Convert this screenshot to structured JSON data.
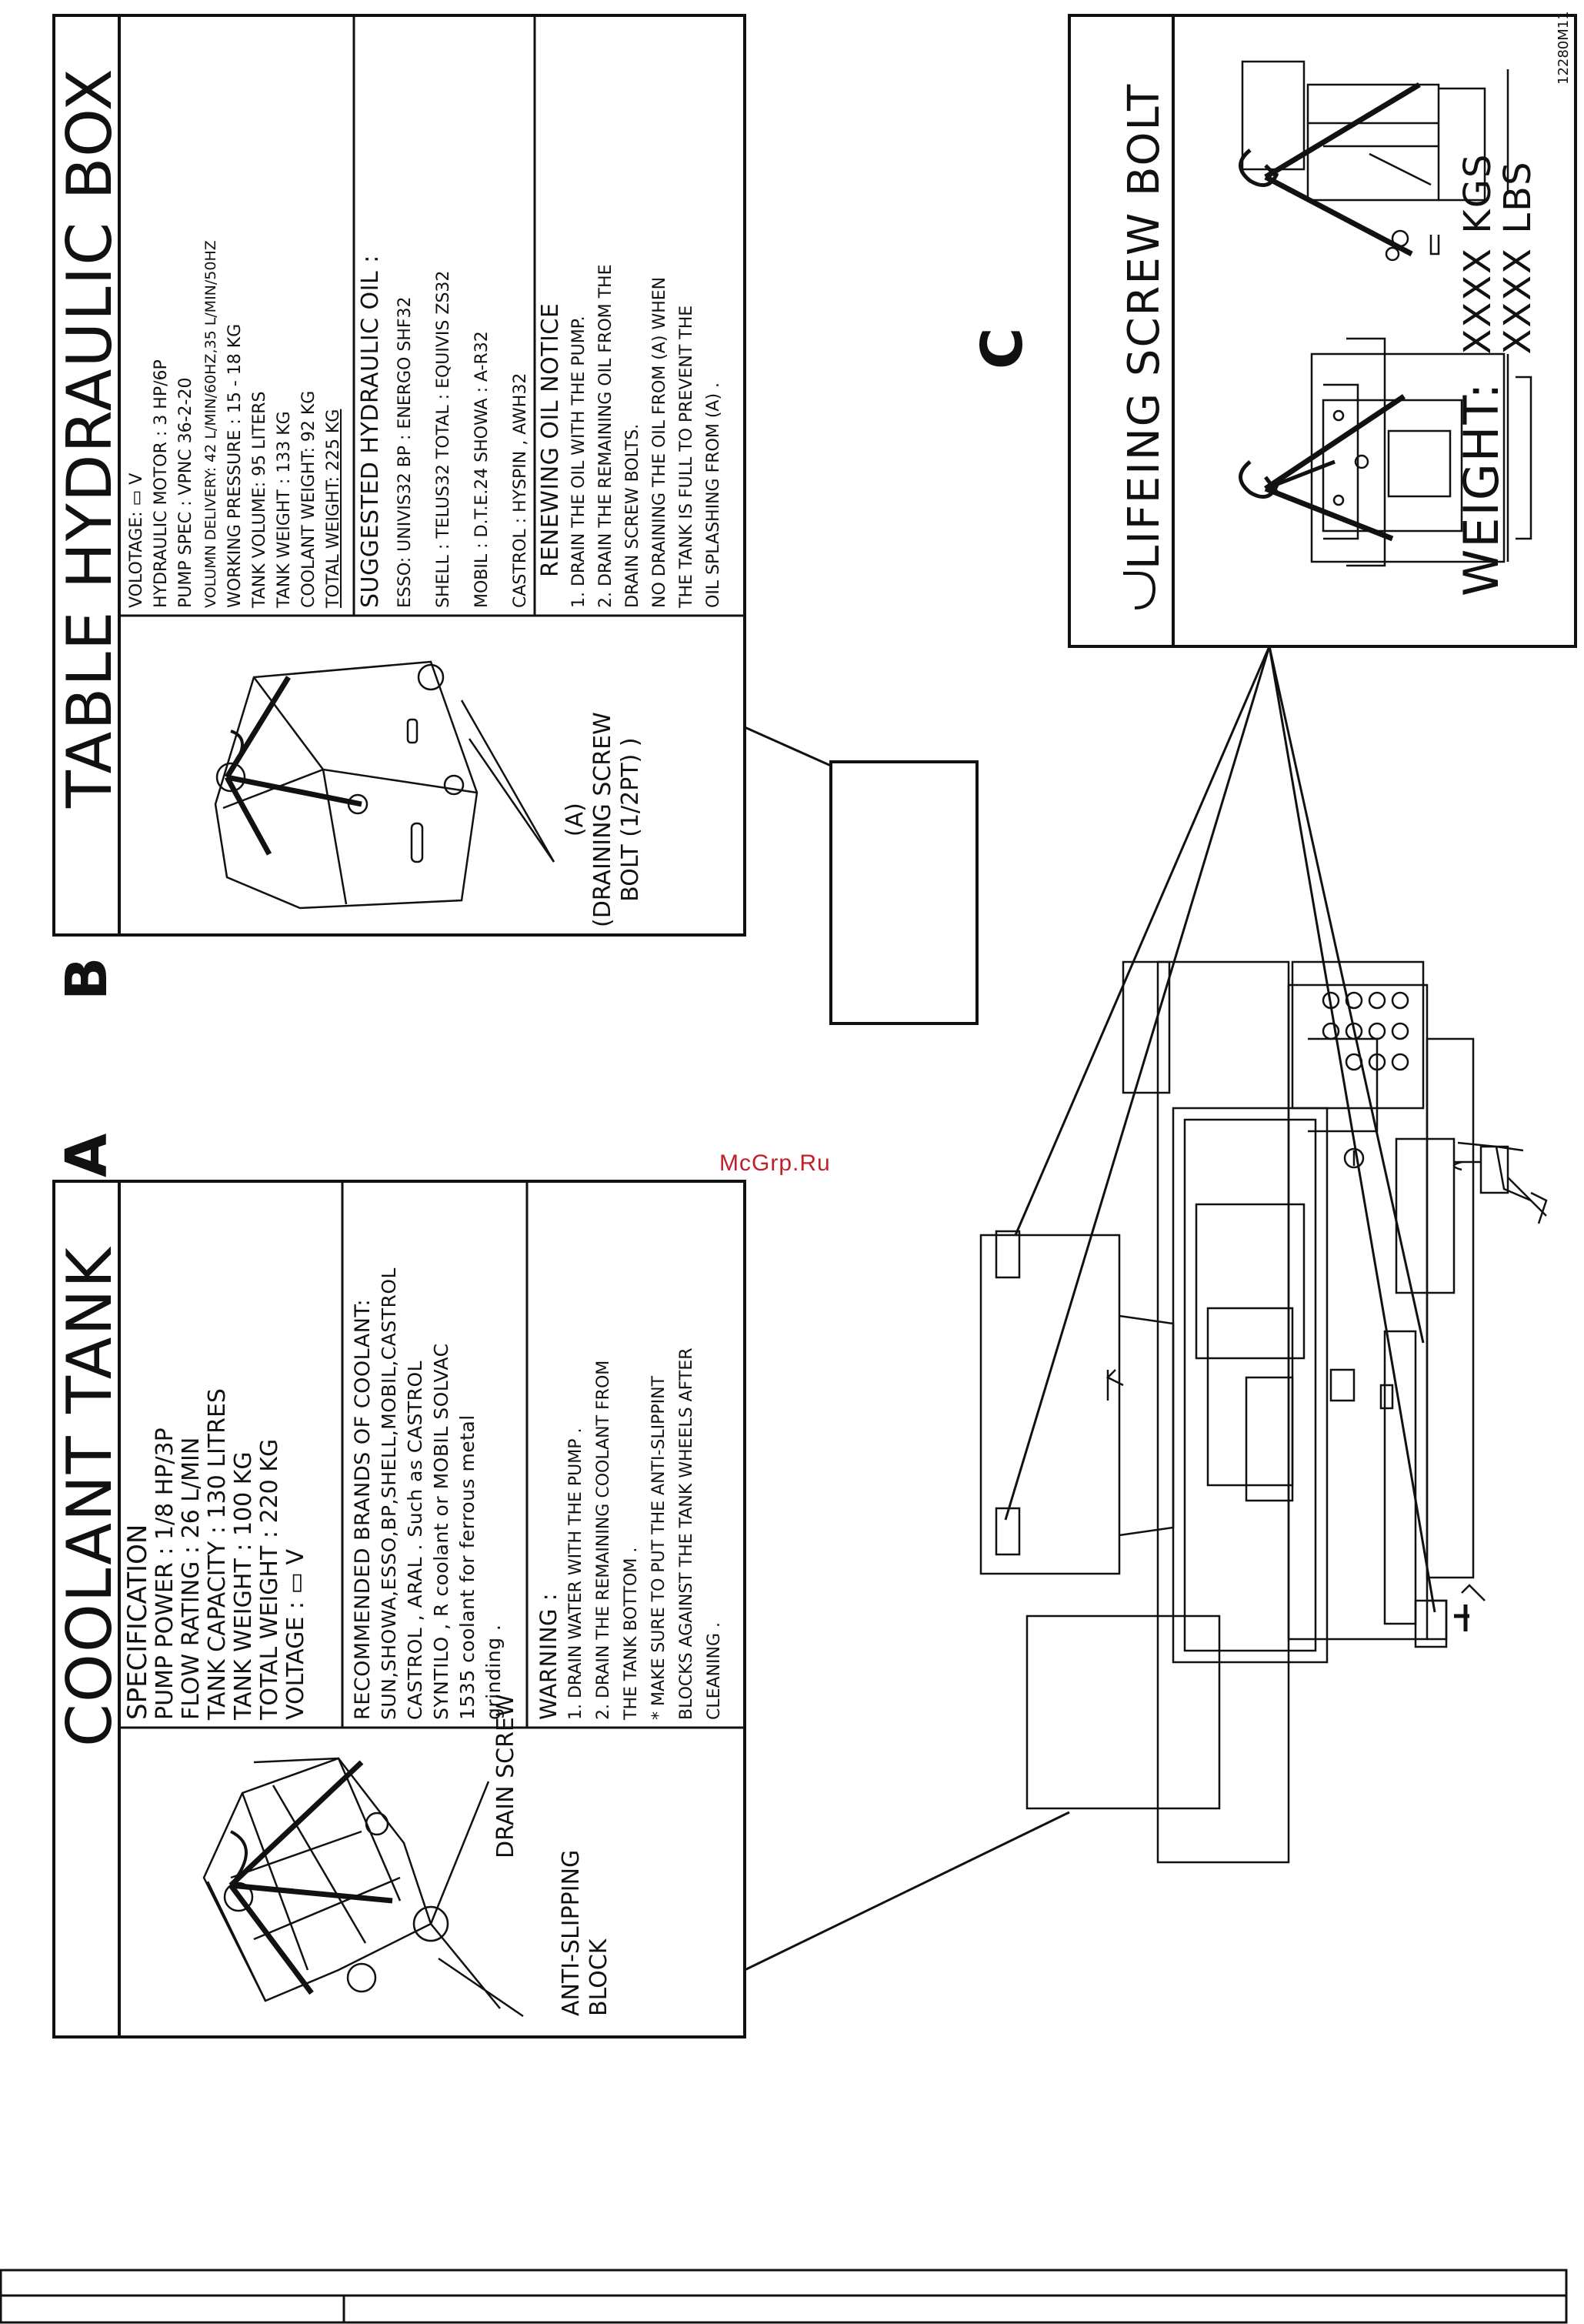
{
  "watermark": "McGrp.Ru",
  "drawing_number": "12280M11",
  "sections": {
    "a_letter": "A",
    "b_letter": "B",
    "c_letter": "C"
  },
  "coolant_tank": {
    "title": "COOLANT TANK",
    "spec_heading": "SPECIFICATION",
    "specs": [
      "PUMP POWER :  1/8 HP/3P",
      "FLOW RATING :  26 L/MIN",
      "TANK CAPACITY :  130 LITRES",
      "TANK WEIGHT :    100 KG",
      "TOTAL WEIGHT :   220 KG",
      "VOLTAGE :  ▭ V"
    ],
    "brands": [
      "RECOMMENDED BRANDS OF COOLANT:",
      "SUN,SHOWA,ESSO,BP,SHELL,MOBIL,CASTROL",
      "CASTROL , ARAL . Such as CASTROL",
      "SYNTILO , R coolant or MOBIL SOLVAC",
      "1535 coolant for ferrous metal",
      "grinding ."
    ],
    "warning": [
      "WARNING :",
      "1. DRAIN WATER WITH THE PUMP .",
      "2. DRAIN THE REMAINING COOLANT FROM",
      "    THE TANK BOTTOM .",
      "* MAKE SURE TO PUT THE ANTI-SLIPPINT",
      "BLOCKS AGAINST THE TANK WHEELS AFTER",
      "CLEANING ."
    ],
    "callout_drain": "DRAIN SCREW",
    "callout_block": [
      "ANTI-SLIPPING",
      "BLOCK"
    ]
  },
  "hydraulic_box": {
    "title": "TABLE HYDRAULIC BOX",
    "specs": [
      "VOLOTAGE: ▭ V",
      "HYDRAULIC MOTOR :   3 HP/6P",
      "PUMP SPEC :  VPNC 36-2-20",
      "VOLUMN DELIVERY:  42 L/MIN/60HZ,35 L/MIN/50HZ",
      "WORKING PRESSURE :   15 - 18 KG",
      "TANK VOLUME:  95 LITERS",
      "TANK WEIGHT :   133 KG",
      "COOLANT WEIGHT:  92 KG",
      "TOTAL WEIGHT:  225 KG"
    ],
    "oil_heading": "SUGGESTED HYDRAULIC OIL :",
    "oils": [
      "ESSO: UNIVIS32          BP : ENERGO SHF32",
      "SHELL : TELUS32        TOTAL : EQUIVIS ZS32",
      "MOBIL : D.T.E.24        SHOWA : A-R32",
      "CASTROL : HYSPIN , AWH32"
    ],
    "notice_heading": "RENEWING OIL NOTICE",
    "notice": [
      "1. DRAIN THE OIL WITH THE PUMP.",
      "2. DRAIN THE REMAINING OIL FROM THE",
      "    DRAIN SCREW BOLTS.",
      "NO DRAINING THE OIL FROM (A) WHEN",
      "THE TANK IS FULL TO PREVENT THE",
      "OIL SPLASHING FROM (A) ."
    ],
    "callout": [
      "(A)",
      "(DRAINING SCREW",
      "BOLT (1/2PT) )"
    ]
  },
  "lifting": {
    "title": "LIFEING SCREW BOLT",
    "weight_label": "WEIGHT:",
    "weight_kgs": "XXXX KGS",
    "weight_lbs": "XXXX LBS"
  },
  "colors": {
    "line": "#111111",
    "watermark": "#c0202a",
    "background": "#ffffff"
  }
}
